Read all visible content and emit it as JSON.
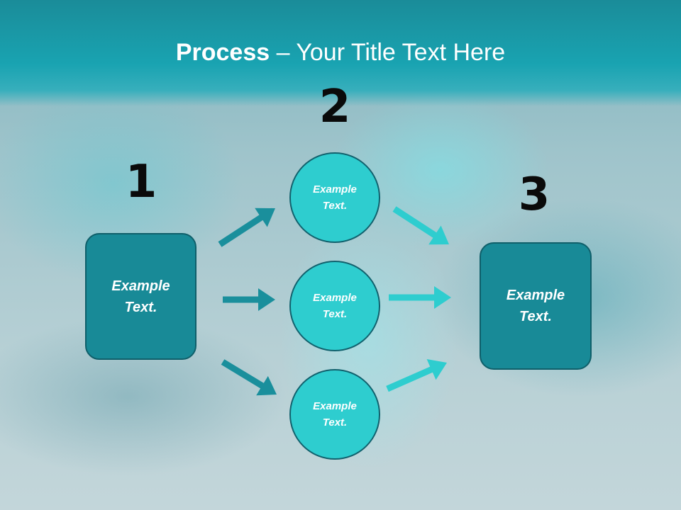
{
  "title": {
    "strong": "Process",
    "rest": " – Your Title Text Here"
  },
  "steps": {
    "one": {
      "number": "1",
      "box": {
        "line1": "Example",
        "line2": "Text."
      }
    },
    "two": {
      "number": "2",
      "circles": [
        {
          "line1": "Example",
          "line2": "Text."
        },
        {
          "line1": "Example",
          "line2": "Text."
        },
        {
          "line1": "Example",
          "line2": "Text."
        }
      ]
    },
    "three": {
      "number": "3",
      "box": {
        "line1": "Example",
        "line2": "Text."
      }
    }
  },
  "colors": {
    "header": "#19a3b1",
    "box_fill": "#188a97",
    "circle_fill": "#2ecdcf",
    "arrow_left": "#1a8f9c",
    "arrow_right": "#2ecdcf"
  }
}
